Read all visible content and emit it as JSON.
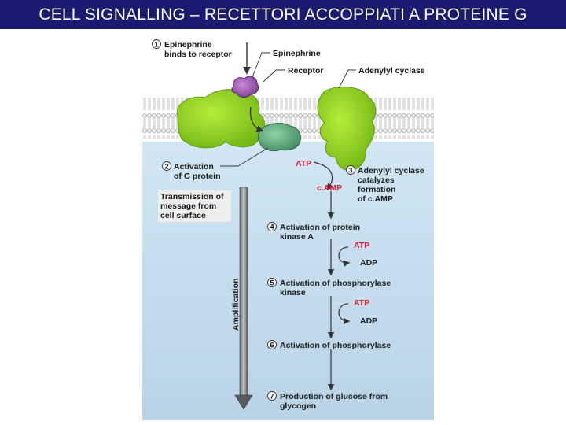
{
  "slide": {
    "title": "CELL SIGNALLING – RECETTORI ACCOPPIATI A PROTEINE G"
  },
  "figure": {
    "labels": {
      "epinephrine": "Epinephrine",
      "receptor": "Receptor",
      "adenylyl_cyclase": "Adenylyl cyclase",
      "atp_top": "ATP",
      "camp": "c.AMP",
      "transmission": [
        "Transmission of",
        "message from",
        "cell surface"
      ],
      "amplification": "Amplification",
      "atp_1": "ATP",
      "adp_1": "ADP",
      "atp_2": "ATP",
      "adp_2": "ADP"
    },
    "steps": [
      {
        "number": "1",
        "lines": [
          "Epinephrine",
          "binds to receptor"
        ]
      },
      {
        "number": "2",
        "lines": [
          "Activation",
          "of G protein"
        ]
      },
      {
        "number": "3",
        "lines": [
          "Adenylyl cyclase",
          "catalyzes",
          "formation",
          "of c.AMP"
        ]
      },
      {
        "number": "4",
        "lines": [
          "Activation of protein",
          "kinase A"
        ]
      },
      {
        "number": "5",
        "lines": [
          "Activation of phosphorylase",
          "kinase"
        ]
      },
      {
        "number": "6",
        "lines": [
          "Activation of phosphorylase"
        ]
      },
      {
        "number": "7",
        "lines": [
          "Production of glucose from",
          "glycogen"
        ]
      }
    ],
    "colors": {
      "atp_red": "#d1202e",
      "membrane_green": "#8ed11e",
      "g_protein_green": "#5aa878",
      "epinephrine_purple": "#9a52b0",
      "cytoplasm_blue": "#c8deee"
    }
  }
}
